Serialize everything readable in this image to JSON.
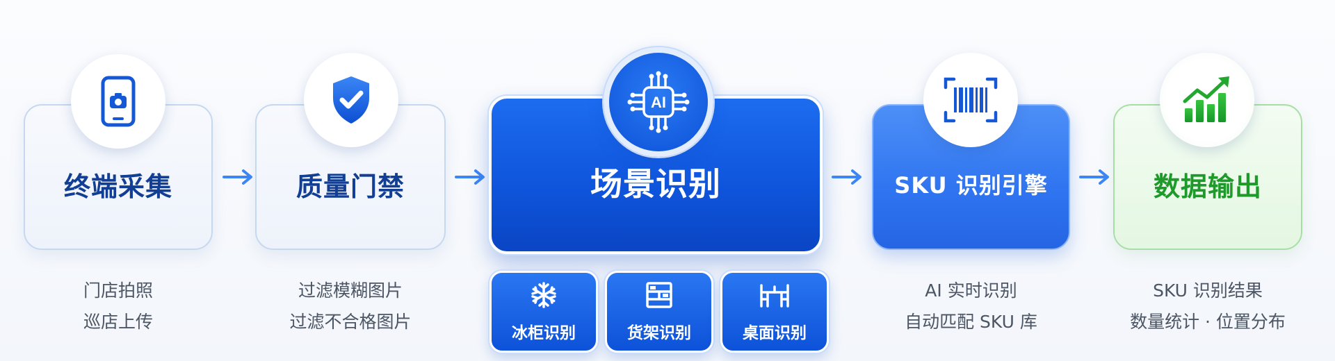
{
  "stages": [
    {
      "title": "终端采集",
      "icon": "smartphone-camera-icon",
      "lines": [
        "门店拍照",
        "巡店上传"
      ]
    },
    {
      "title": "质量门禁",
      "icon": "shield-check-icon",
      "lines": [
        "过滤模糊图片",
        "过滤不合格图片"
      ]
    },
    {
      "title": "场景识别",
      "icon": "ai-chip-icon",
      "icon_text": "AI"
    },
    {
      "title": "SKU 识别引擎",
      "icon": "barcode-scan-icon",
      "lines": [
        "AI 实时识别",
        "自动匹配 SKU 库"
      ]
    },
    {
      "title": "数据输出",
      "icon": "growth-chart-icon",
      "lines": [
        "SKU 识别结果",
        "数量统计 · 位置分布"
      ]
    }
  ],
  "scene_types": [
    {
      "label": "冰柜识别",
      "icon": "snowflake-icon"
    },
    {
      "label": "货架识别",
      "icon": "shelf-icon"
    },
    {
      "label": "桌面识别",
      "icon": "table-icon"
    }
  ],
  "colors": {
    "primary_blue": "#0f56dd",
    "light_title_blue": "#123f94",
    "accent_blue": "#2f74f0",
    "output_green": "#1e9a2a",
    "arrow_blue": "#3d86f5",
    "desc_gray": "#4b5563"
  }
}
